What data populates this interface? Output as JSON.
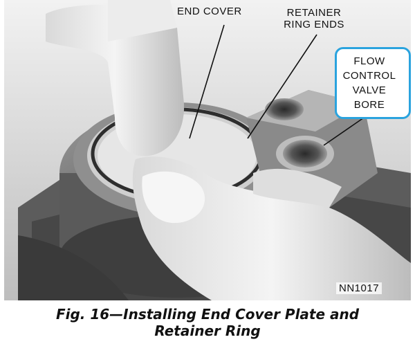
{
  "figure": {
    "labels": {
      "end_cover": "END COVER",
      "retainer_ring_ends": "RETAINER\nRING ENDS",
      "flow_control_valve_bore": "FLOW\nCONTROL\nVALVE\nBORE"
    },
    "code": "NN1017",
    "caption_line1": "Fig. 16—Installing End Cover Plate and",
    "caption_line2": "Retainer Ring",
    "highlight_color": "#2aa3de"
  }
}
